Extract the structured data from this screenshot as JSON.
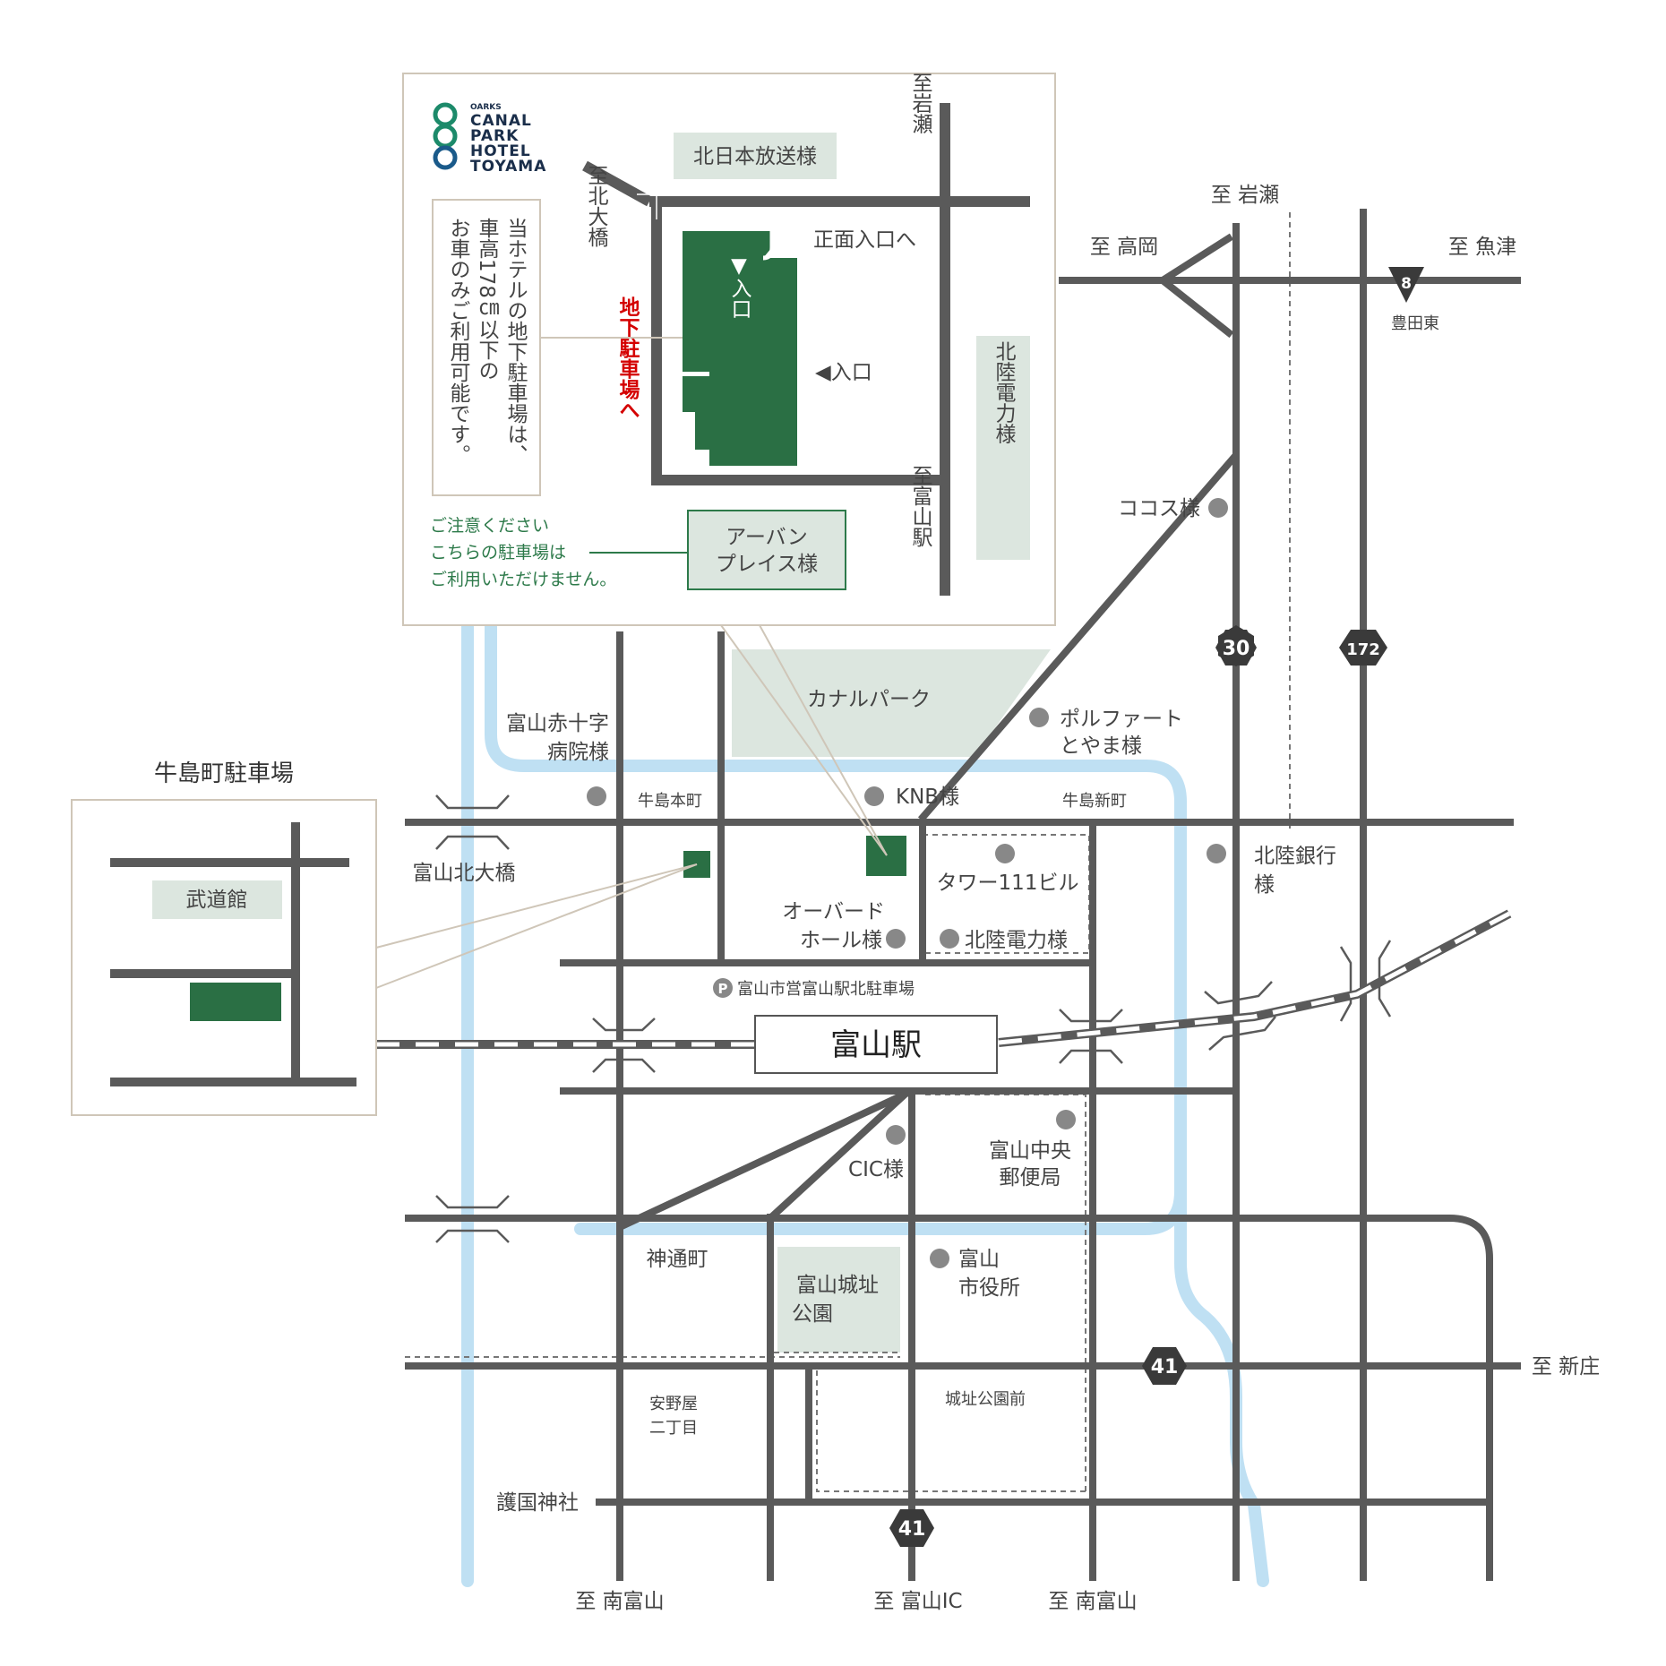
{
  "labels": {
    "ushijima_parking_title": "牛島町駐車場",
    "budokan": "武道館",
    "hokunichi": "北日本放送様",
    "to_iwase_top": "至岩瀬",
    "to_kitaohashi": "至北大橋",
    "front_entrance": "正面入口へ",
    "entrance_vertical": "▼入口",
    "entrance_side": "◀入口",
    "underground_parking": "地下駐車場へ",
    "hotel_note": [
      "当ホテルの地下駐車場は、",
      "車高178㎝以下の",
      "お車のみご利用可能です。"
    ],
    "caution": [
      "ご注意ください",
      "こちらの駐車場は",
      "ご利用いただけません。"
    ],
    "urban_place": [
      "アーバン",
      "プレイス様"
    ],
    "to_toyama_station_inset": "至富山駅",
    "hokuriku_denryoku_inset": "北陸電力様",
    "to_iwase": "至 岩瀬",
    "to_takaoka": "至 高岡",
    "to_uozu": "至 魚津",
    "toyotahigashi": "豊田東",
    "cocos": "ココス様",
    "canal_park": "カナルパーク",
    "borfert": [
      "ポルファート",
      "とやま様"
    ],
    "red_cross": [
      "富山赤十字",
      "病院様"
    ],
    "ushijima_honmachi": "牛島本町",
    "knb": "KNB様",
    "ushijima_shinmachi": "牛島新町",
    "toyama_kitaohashi": "富山北大橋",
    "tower111": "タワー111ビル",
    "hokuriku_bank": [
      "北陸銀行",
      "様"
    ],
    "orbard": [
      "オーバード",
      "ホール様"
    ],
    "hokuriku_denryoku": "北陸電力様",
    "parking_p": "P",
    "station_north_parking": "富山市営富山駅北駐車場",
    "toyama_station": "富山駅",
    "cic": "CIC様",
    "post_office": [
      "富山中央",
      "郵便局"
    ],
    "jinzu": "神通町",
    "castle_park": [
      "富山城址",
      "公園"
    ],
    "city_hall": [
      "富山",
      "市役所"
    ],
    "to_shinjo": "至 新庄",
    "anoya": [
      "安野屋",
      "二丁目"
    ],
    "castle_park_mae": "城址公園前",
    "gokoku": "護国神社",
    "to_minamitoyama_left": "至 南富山",
    "to_toyama_ic": "至 富山IC",
    "to_minamitoyama_right": "至 南富山"
  },
  "logo": {
    "oarks": "OARKS",
    "lines": [
      "CANAL",
      "PARK",
      "HOTEL",
      "TOYAMA"
    ]
  },
  "routes": {
    "r8": "8",
    "r30": "30",
    "r172": "172",
    "r41_east": "41",
    "r41_south": "41"
  },
  "colors": {
    "road": "#5a5a5a",
    "river": "#bfe0f3",
    "area": "#dce6df",
    "hotel": "#2a6f44",
    "frame": "#cfc6b8"
  }
}
